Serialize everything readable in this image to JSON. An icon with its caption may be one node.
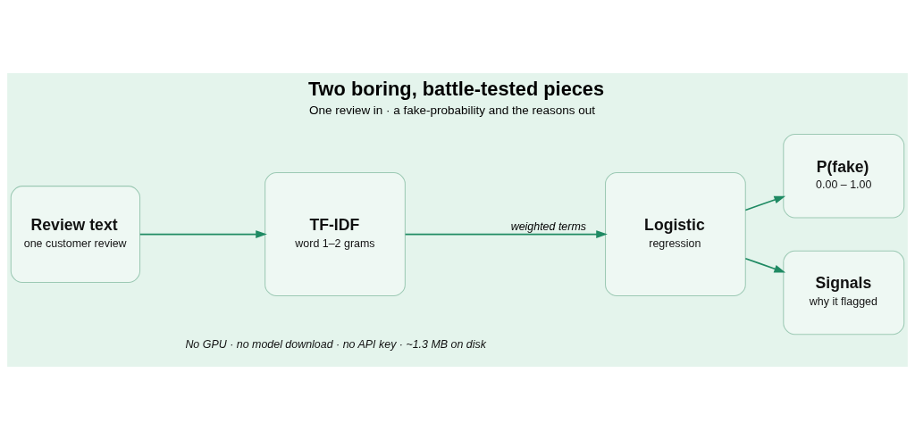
{
  "diagram": {
    "title": "Two boring, battle-tested pieces",
    "caption": "One review in · a fake-probability and the reasons out",
    "nodes": [
      {
        "text": [
          "Review text",
          "one customer review"
        ]
      },
      {
        "text": [
          "TF-IDF",
          "word 1–2 grams"
        ]
      },
      {
        "text": [
          "Logistic",
          "regression"
        ]
      },
      {
        "text": [
          "P(fake)",
          "0.00 – 1.00"
        ]
      },
      {
        "text": [
          "Signals",
          "why it flagged"
        ]
      }
    ],
    "edges": [
      {
        "from": 0,
        "to": 1,
        "arrow": "to"
      },
      {
        "from": 1,
        "to": 2,
        "arrow": "to",
        "label": "weighted terms"
      },
      {
        "from": 2,
        "to": 3,
        "arrow": "to"
      },
      {
        "from": 2,
        "to": 4,
        "arrow": "to"
      }
    ],
    "labels": [
      "No GPU · no model download · no API key · ~1.3 MB on disk"
    ]
  }
}
